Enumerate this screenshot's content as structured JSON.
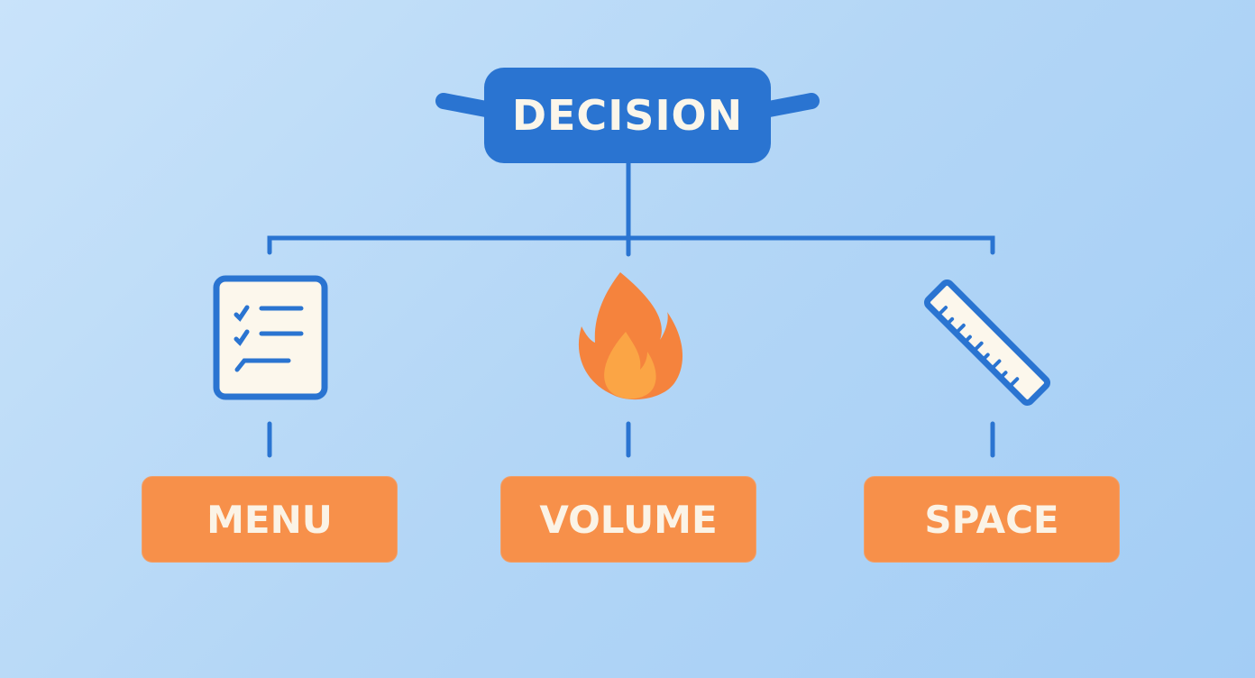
{
  "root": {
    "label": "DECISION"
  },
  "options": [
    {
      "label": "MENU",
      "icon": "checklist-icon"
    },
    {
      "label": "VOLUME",
      "icon": "flame-icon"
    },
    {
      "label": "SPACE",
      "icon": "ruler-icon"
    }
  ],
  "colors": {
    "blue": "#2a74d1",
    "orange": "#f7904a"
  }
}
